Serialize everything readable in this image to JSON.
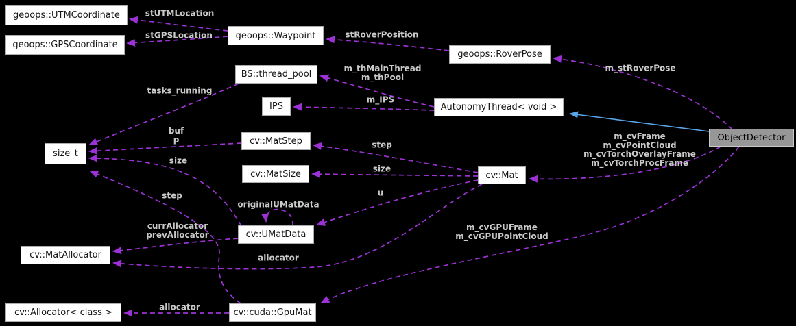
{
  "diagram": {
    "type": "doxygen-collaboration-graph",
    "subject": "ObjectDetector",
    "colors": {
      "background": "#000000",
      "node_fill": "#ffffff",
      "node_border": "#adadad",
      "node_text": "#161616",
      "highlight_node_fill": "#979797",
      "dependency_edge": "#9c32d6",
      "inheritance_edge": "#58a6e8",
      "edge_label_text": "#c9c9c9"
    },
    "nodes": {
      "utm": {
        "label": "geoops::UTMCoordinate"
      },
      "gps": {
        "label": "geoops::GPSCoordinate"
      },
      "waypoint": {
        "label": "geoops::Waypoint"
      },
      "roverpose": {
        "label": "geoops::RoverPose"
      },
      "threadpool": {
        "label": "BS::thread_pool"
      },
      "ips": {
        "label": "IPS"
      },
      "autonomythread": {
        "label": "AutonomyThread< void >"
      },
      "objectdetector": {
        "label": "ObjectDetector"
      },
      "sizet": {
        "label": "size_t"
      },
      "matstep": {
        "label": "cv::MatStep"
      },
      "matsize": {
        "label": "cv::MatSize"
      },
      "mat": {
        "label": "cv::Mat"
      },
      "umatdata": {
        "label": "cv::UMatData"
      },
      "matallocator": {
        "label": "cv::MatAllocator"
      },
      "allocatorclass": {
        "label": "cv::Allocator< class >"
      },
      "gpumat": {
        "label": "cv::cuda::GpuMat"
      }
    },
    "edge_labels": {
      "stutmlocation": {
        "text": "stUTMLocation"
      },
      "stgpslocation": {
        "text": "stGPSLocation"
      },
      "stroverposition": {
        "text": "stRoverPosition"
      },
      "mstroverpose": {
        "text": "m_stRoverPose"
      },
      "mthreads": {
        "lines": [
          "m_thMainThread",
          "m_thPool"
        ]
      },
      "mips": {
        "text": "m_IPS"
      },
      "tasksrunning": {
        "text": "tasks_running"
      },
      "bufp": {
        "lines": [
          "buf",
          "p"
        ]
      },
      "sizeleft": {
        "text": "size"
      },
      "stepleft": {
        "text": "step"
      },
      "stepmat": {
        "text": "step"
      },
      "sizemat": {
        "text": "size"
      },
      "u": {
        "text": "u"
      },
      "originalumatdata": {
        "text": "originalUMatData"
      },
      "allocators": {
        "lines": [
          "currAllocator",
          "prevAllocator"
        ]
      },
      "allocatormat": {
        "text": "allocator"
      },
      "mcvframes": {
        "lines": [
          "m_cvFrame",
          "m_cvPointCloud",
          "m_cvTorchOverlayFrame",
          "m_cvTorchProcFrame"
        ]
      },
      "mcvgpu": {
        "lines": [
          "m_cvGPUFrame",
          "m_cvGPUPointCloud"
        ]
      },
      "allocatorgpu": {
        "text": "allocator"
      }
    }
  }
}
